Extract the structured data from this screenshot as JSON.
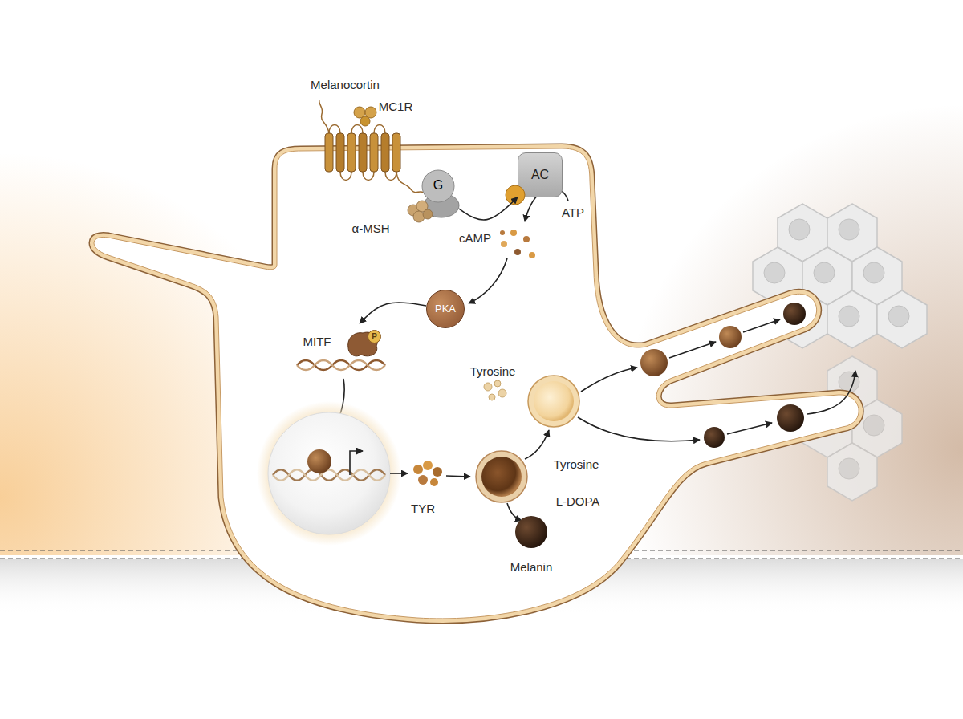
{
  "diagram": {
    "nodes": [
      {
        "text": [
          "G"
        ]
      },
      {
        "text": [
          "AC"
        ]
      },
      {
        "text": [
          "PKA"
        ]
      },
      {
        "text": [
          "MITF"
        ]
      },
      {
        "text": [
          "P"
        ],
        "in": 3
      }
    ],
    "edges": [
      {
        "from": 0,
        "to": 1,
        "arrow": "to"
      },
      {
        "from": 2,
        "to": 3,
        "arrow": "to"
      }
    ],
    "labels": [
      "Melanocortin",
      "MC1R",
      "α-MSH",
      "ATP",
      "cAMP",
      "Tyrosine",
      "Tyrosine",
      "TYR",
      "L-DOPA",
      "Melanin"
    ]
  }
}
